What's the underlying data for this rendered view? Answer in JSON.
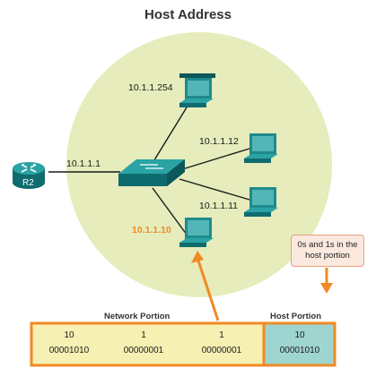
{
  "title": "Host Address",
  "router": {
    "label": "R2",
    "ip": "10.1.1.1"
  },
  "hosts": [
    {
      "ip": "10.1.1.254",
      "highlighted": false
    },
    {
      "ip": "10.1.1.12",
      "highlighted": false
    },
    {
      "ip": "10.1.1.11",
      "highlighted": false
    },
    {
      "ip": "10.1.1.10",
      "highlighted": true
    }
  ],
  "callout": "0s and 1s in the host portion",
  "address_table": {
    "network_label": "Network Portion",
    "host_label": "Host Portion",
    "octets": [
      {
        "decimal": "10",
        "binary": "00001010",
        "portion": "network"
      },
      {
        "decimal": "1",
        "binary": "00000001",
        "portion": "network"
      },
      {
        "decimal": "1",
        "binary": "00000001",
        "portion": "network"
      },
      {
        "decimal": "10",
        "binary": "00001010",
        "portion": "host"
      }
    ]
  },
  "colors": {
    "network_circle": "#e6ecbb",
    "network_fill": "#f6f0b2",
    "host_fill": "#9fd5d0",
    "accent": "#f08a24",
    "device": "#1f8a8d"
  }
}
